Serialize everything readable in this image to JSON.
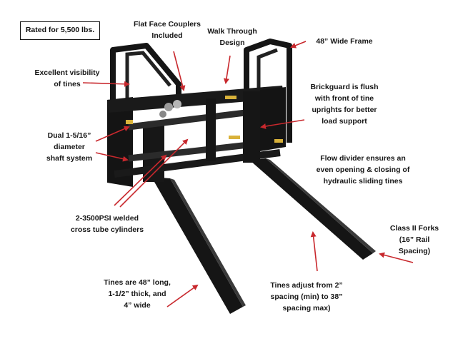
{
  "callouts": {
    "rated": "Rated for 5,500 lbs.",
    "couplers": [
      "Flat Face Couplers",
      "Included"
    ],
    "walk_through": [
      "Walk Through",
      "Design"
    ],
    "frame": "48” Wide Frame",
    "visibility": [
      "Excellent visibility",
      "of tines"
    ],
    "brickguard": [
      "Brickguard is flush",
      "with front of tine",
      "uprights for better",
      "load support"
    ],
    "shaft": [
      "Dual 1-5/16”",
      "diameter",
      "shaft system"
    ],
    "flow_divider": [
      "Flow divider ensures an",
      "even opening & closing of",
      "hydraulic sliding tines"
    ],
    "cylinders": [
      "2-3500PSI welded",
      "cross tube cylinders"
    ],
    "class_forks": [
      "Class II Forks",
      "(16” Rail",
      "Spacing)"
    ],
    "tines_size": [
      "Tines are 48” long,",
      "1-1/2” thick, and",
      "4” wide"
    ],
    "tines_adjust": [
      "Tines adjust from 2”",
      "spacing (min) to 38”",
      "spacing max)"
    ]
  },
  "colors": {
    "arrow": "#c8282d",
    "steel": "#151515",
    "steel_edge": "#3a3a3a",
    "decal": "#d9b23a"
  }
}
